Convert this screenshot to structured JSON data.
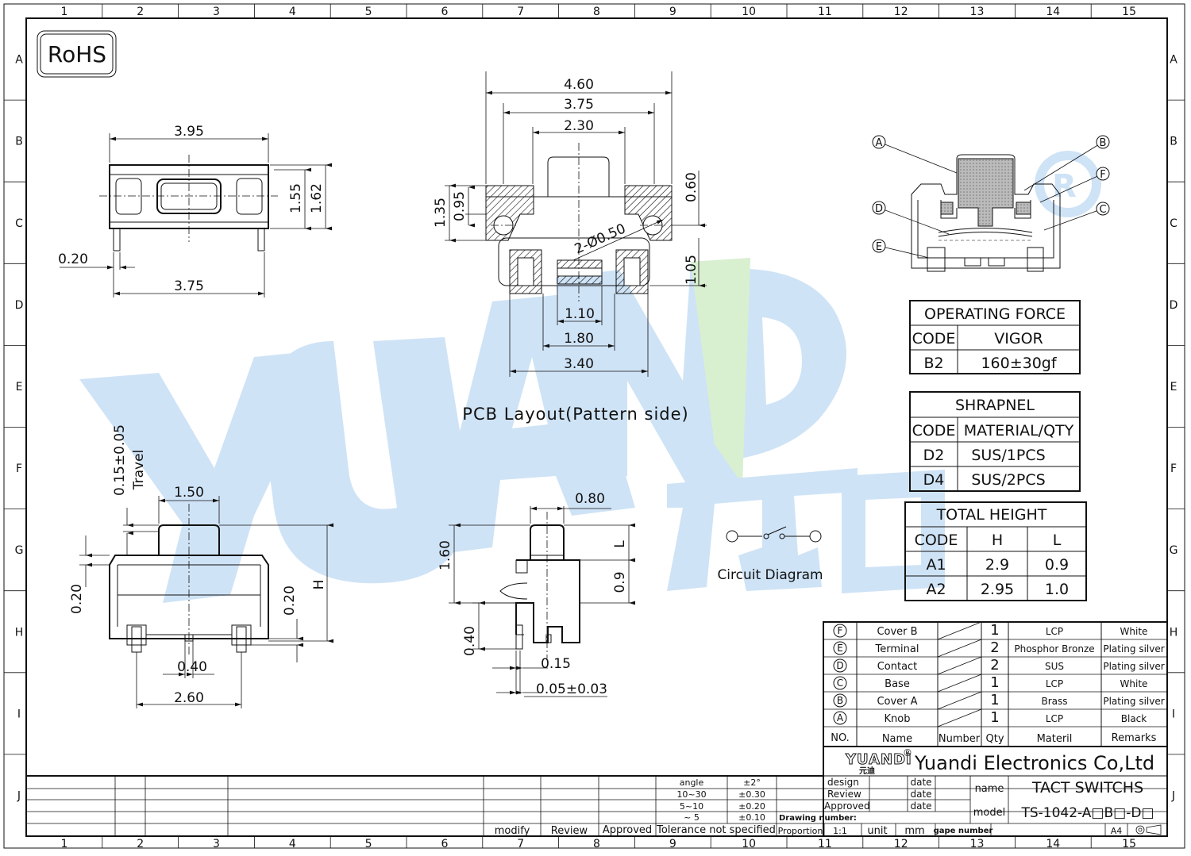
{
  "border": {
    "columns": [
      "1",
      "2",
      "3",
      "4",
      "5",
      "6",
      "7",
      "8",
      "9",
      "10",
      "11",
      "12",
      "13",
      "14",
      "15"
    ],
    "rows": [
      "A",
      "B",
      "C",
      "D",
      "E",
      "F",
      "G",
      "H",
      "I",
      "J"
    ]
  },
  "badge": "RoHS",
  "watermark": {
    "text": "YUANDI",
    "chinese": "元迪",
    "mark": "®"
  },
  "top_view": {
    "d_top": "3.95",
    "d_h1": "1.55",
    "d_h2": "1.62",
    "d_pin": "0.20",
    "d_bottom": "3.75"
  },
  "pcb_layout": {
    "d_top1": "4.60",
    "d_top2": "3.75",
    "d_top3": "2.30",
    "d_left1": "1.35",
    "d_left2": "0.95",
    "d_right1": "0.60",
    "d_right2": "1.05",
    "d_hole": "2-Ø0.50",
    "d_bot1": "1.10",
    "d_bot2": "1.80",
    "d_bot3": "3.40",
    "caption": "PCB Layout(Pattern side)"
  },
  "front_view": {
    "d_travel": "0.15±0.05",
    "travel_label": "Travel",
    "d_knob": "1.50",
    "d_left": "0.20",
    "d_right": "0.20",
    "d_h": "H",
    "d_gap": "0.40",
    "d_pins": "2.60"
  },
  "side_view": {
    "d_top": "0.80",
    "d_left": "1.60",
    "d_l": "L",
    "d_09": "0.9",
    "d_040": "0.40",
    "d_015": "0.15",
    "d_005": "0.05±0.03"
  },
  "circuit": {
    "caption": "Circuit Diagram"
  },
  "callouts": [
    "A",
    "B",
    "F",
    "D",
    "C",
    "E"
  ],
  "operating_force": {
    "title": "OPERATING FORCE",
    "headers": [
      "CODE",
      "VIGOR"
    ],
    "rows": [
      [
        "B2",
        "160±30gf"
      ]
    ]
  },
  "shrapnel": {
    "title": "SHRAPNEL",
    "headers": [
      "CODE",
      "MATERIAL/QTY"
    ],
    "rows": [
      [
        "D2",
        "SUS/1PCS"
      ],
      [
        "D4",
        "SUS/2PCS"
      ]
    ]
  },
  "total_height": {
    "title": "TOTAL HEIGHT",
    "headers": [
      "CODE",
      "H",
      "L"
    ],
    "rows": [
      [
        "A1",
        "2.9",
        "0.9"
      ],
      [
        "A2",
        "2.95",
        "1.0"
      ]
    ]
  },
  "bom": {
    "rows": [
      {
        "no": "F",
        "name": "Cover B",
        "qty": "1",
        "material": "LCP",
        "remarks": "White"
      },
      {
        "no": "E",
        "name": "Terminal",
        "qty": "2",
        "material": "Phosphor Bronze",
        "remarks": "Plating silver"
      },
      {
        "no": "D",
        "name": "Contact",
        "qty": "2",
        "material": "SUS",
        "remarks": "Plating silver"
      },
      {
        "no": "C",
        "name": "Base",
        "qty": "1",
        "material": "LCP",
        "remarks": "White"
      },
      {
        "no": "B",
        "name": "Cover A",
        "qty": "1",
        "material": "Brass",
        "remarks": "Plating silver"
      },
      {
        "no": "A",
        "name": "Knob",
        "qty": "1",
        "material": "LCP",
        "remarks": "Black"
      }
    ],
    "header": {
      "no": "NO.",
      "name": "Name",
      "number": "Number",
      "qty": "Qty",
      "material": "Materil",
      "remarks": "Remarks"
    }
  },
  "title_block": {
    "company": "Yuandi Electronics Co,Ltd",
    "logo": "YUANDI",
    "logo_cn": "元迪",
    "design": "design",
    "review": "Review",
    "approved": "Approved",
    "date": "date",
    "name_label": "name",
    "name_value": "TACT SWITCHS",
    "model_label": "model",
    "model_value": "TS-1042-A□B□-D□",
    "drawing_number": "Drawing number:",
    "proportion": "Proportion",
    "scale": "1:1",
    "unit": "unit",
    "unit_value": "mm",
    "page_number": "gape number",
    "size": "A4",
    "tolerance": [
      [
        "angle",
        "±2°"
      ],
      [
        "10~30",
        "±0.30"
      ],
      [
        "5~10",
        "±0.20"
      ],
      [
        "~ 5",
        "±0.10"
      ]
    ],
    "tolerance_label": "Tolerance not specified",
    "modify": "modify",
    "rev": "Review",
    "appr": "Approved"
  }
}
